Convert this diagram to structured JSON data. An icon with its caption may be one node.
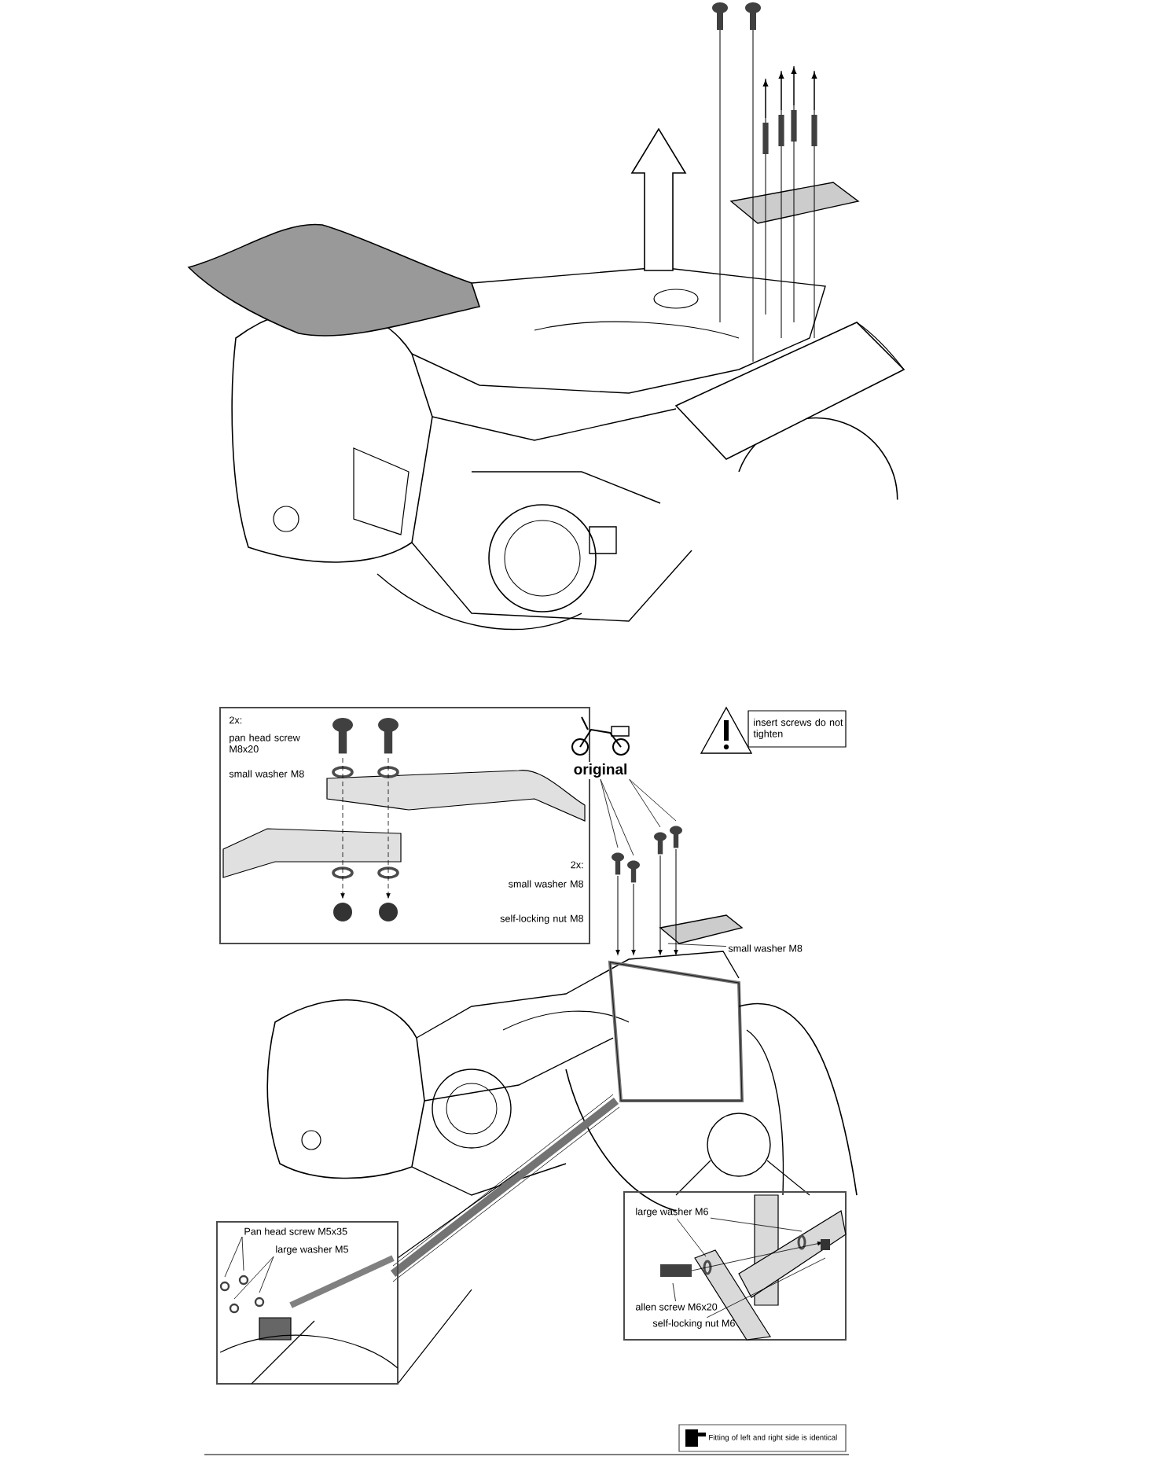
{
  "diagram": {
    "nodes": [
      {
        "text": [
          "2x:",
          "pan head screw M8x20",
          "small washer M8",
          "2x:",
          "small washer M8",
          "self-locking nut M8"
        ]
      },
      {
        "text": [
          "insert screws do not tighten"
        ]
      },
      {
        "text": [
          "original"
        ]
      },
      {
        "text": [
          "small washer M8"
        ]
      },
      {
        "text": [],
        "shape": "box"
      },
      {
        "text": [
          "Pan head screw M5x35"
        ],
        "in": 4
      },
      {
        "text": [
          "large washer M5"
        ],
        "in": 4
      },
      {
        "text": [],
        "shape": "box"
      },
      {
        "text": [
          "large washer M6"
        ],
        "in": 7
      },
      {
        "text": [
          "allen screw M6x20"
        ],
        "in": 7
      },
      {
        "text": [
          "self-locking nut M6"
        ],
        "in": 7
      },
      {
        "text": [
          "Fitting of left and right side is identical"
        ]
      }
    ],
    "edges": [
      {
        "from": 2,
        "to": null,
        "arrow": "none"
      },
      {
        "from": 2,
        "to": null,
        "arrow": "none"
      },
      {
        "from": 2,
        "to": null,
        "arrow": "none"
      },
      {
        "from": 2,
        "to": null,
        "arrow": "none"
      },
      {
        "from": 3,
        "to": null,
        "arrow": "none"
      },
      {
        "from": 5,
        "to": null,
        "arrow": "none"
      },
      {
        "from": 5,
        "to": null,
        "arrow": "none"
      },
      {
        "from": 6,
        "to": null,
        "arrow": "none"
      },
      {
        "from": 6,
        "to": null,
        "arrow": "none"
      },
      {
        "from": 8,
        "to": null,
        "arrow": "none"
      },
      {
        "from": 8,
        "to": null,
        "arrow": "none"
      },
      {
        "from": 9,
        "to": null,
        "arrow": "none"
      },
      {
        "from": 10,
        "to": null,
        "arrow": "none"
      }
    ]
  }
}
